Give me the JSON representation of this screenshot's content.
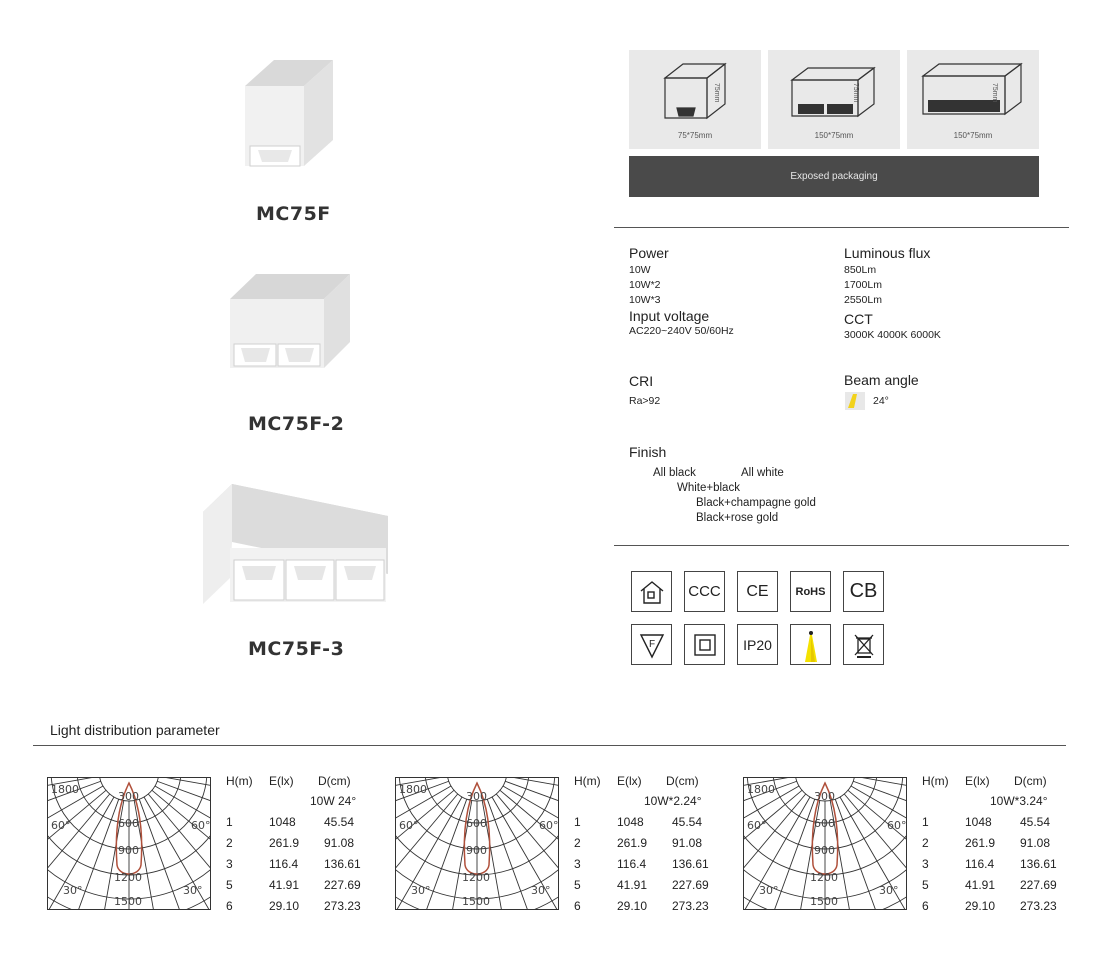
{
  "products": [
    {
      "model": "MC75F"
    },
    {
      "model": "MC75F-2"
    },
    {
      "model": "MC75F-3"
    }
  ],
  "dimension_cards": [
    {
      "size": "75*75mm",
      "height": "75mm"
    },
    {
      "size": "150*75mm",
      "height": "75mm"
    },
    {
      "size": "150*75mm",
      "height": "75mm"
    }
  ],
  "packaging": "Exposed packaging",
  "specs": {
    "power": {
      "label": "Power",
      "values": [
        "10W",
        "10W*2",
        "10W*3"
      ]
    },
    "flux": {
      "label": "Luminous flux",
      "values": [
        "850Lm",
        "1700Lm",
        "2550Lm"
      ]
    },
    "voltage": {
      "label": "Input voltage",
      "value": "AC220~240V  50/60Hz"
    },
    "cct": {
      "label": "CCT",
      "value": "3000K   4000K   6000K"
    },
    "cri": {
      "label": "CRI",
      "value": "Ra>92"
    },
    "beam": {
      "label": "Beam angle",
      "value": "24°"
    },
    "finish": {
      "label": "Finish",
      "values": [
        "All black",
        "All white",
        "White+black",
        "Black+champagne gold",
        "Black+rose gold"
      ]
    }
  },
  "certifications": {
    "row1": [
      "",
      "CCC",
      "CE",
      "RoHS",
      "CB"
    ],
    "row2": [
      "",
      "",
      "IP20",
      "",
      ""
    ]
  },
  "light_distribution": {
    "title": "Light distribution parameter",
    "headers": [
      "H(m)",
      "E(lx)",
      "D(cm)"
    ],
    "diagrams": [
      {
        "subtitle": "10W 24°",
        "polar_labels": [
          "1800",
          "60°",
          "60°",
          "30°",
          "30°",
          "300",
          "600",
          "900",
          "1200",
          "1500"
        ]
      },
      {
        "subtitle": "10W*2.24°",
        "polar_labels": [
          "1800",
          "60°",
          "60°",
          "30°",
          "30°",
          "300",
          "600",
          "900",
          "1200",
          "1500"
        ]
      },
      {
        "subtitle": "10W*3.24°",
        "polar_labels": [
          "1800",
          "60°",
          "60°",
          "30°",
          "30°",
          "300",
          "600",
          "900",
          "1200",
          "1500"
        ]
      }
    ],
    "rows": [
      [
        "1",
        "1048",
        "45.54"
      ],
      [
        "2",
        "261.9",
        "91.08"
      ],
      [
        "3",
        "116.4",
        "136.61"
      ],
      [
        "5",
        "41.91",
        "227.69"
      ],
      [
        "6",
        "29.10",
        "273.23"
      ]
    ]
  }
}
